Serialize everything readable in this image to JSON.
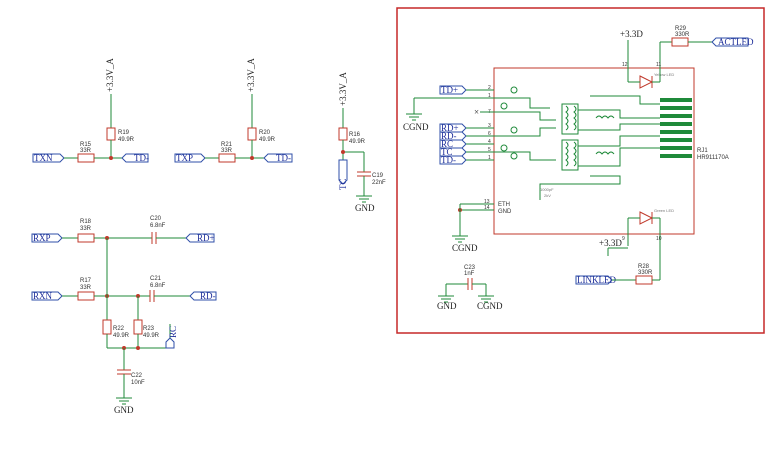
{
  "power": {
    "v33a": "+3.3V_A",
    "v33d": "+3.3D",
    "gnd": "GND",
    "cgnd": "CGND"
  },
  "nets": {
    "txn": "TXN",
    "txp": "TXP",
    "td_minus": "TD-",
    "rxp": "RXP",
    "rxn": "RXN",
    "rd_plus": "RD+",
    "rd_minus": "RD-",
    "rc": "RC",
    "tc": "TC",
    "td_plus": "TD+",
    "rd_plus_j": "RD+",
    "rd_minus_j": "RD-",
    "rc_j": "RC",
    "tc_j": "TC",
    "td_minus_j": "TD-",
    "actled": "ACTLED",
    "linkled": "LINKLED"
  },
  "components": {
    "r15": {
      "ref": "R15",
      "val": "33R"
    },
    "r19": {
      "ref": "R19",
      "val": "49.9R"
    },
    "r21": {
      "ref": "R21",
      "val": "33R"
    },
    "r20": {
      "ref": "R20",
      "val": "49.9R"
    },
    "r16": {
      "ref": "R16",
      "val": "49.9R"
    },
    "c19": {
      "ref": "C19",
      "val": "22nF"
    },
    "r18": {
      "ref": "R18",
      "val": "33R"
    },
    "c20": {
      "ref": "C20",
      "val": "6.8nF"
    },
    "r17": {
      "ref": "R17",
      "val": "33R"
    },
    "c21": {
      "ref": "C21",
      "val": "6.8nF"
    },
    "r22": {
      "ref": "R22",
      "val": "49.9R"
    },
    "r23": {
      "ref": "R23",
      "val": "49.9R"
    },
    "c22": {
      "ref": "C22",
      "val": "10nF"
    },
    "r29": {
      "ref": "R29",
      "val": "330R"
    },
    "r28": {
      "ref": "R28",
      "val": "330R"
    },
    "c23": {
      "ref": "C23",
      "val": "1nF"
    },
    "rj1": {
      "ref": "RJ1",
      "val": "HR911170A"
    }
  },
  "rj45": {
    "eth": "ETH",
    "gnd": "GND",
    "yellow_led": "Yellow LED",
    "green_led": "Green LED",
    "cap_note": "1000pF",
    "cap_note2": "2kV",
    "pins": [
      "2",
      "1",
      "7",
      "3",
      "6",
      "4",
      "5",
      "1",
      "13",
      "14",
      "12",
      "11",
      "9",
      "10"
    ]
  },
  "colors": {
    "wire": "#1f8a3a",
    "component": "#c0392b",
    "port": "#2f4fa8",
    "frame": "#c62828"
  }
}
